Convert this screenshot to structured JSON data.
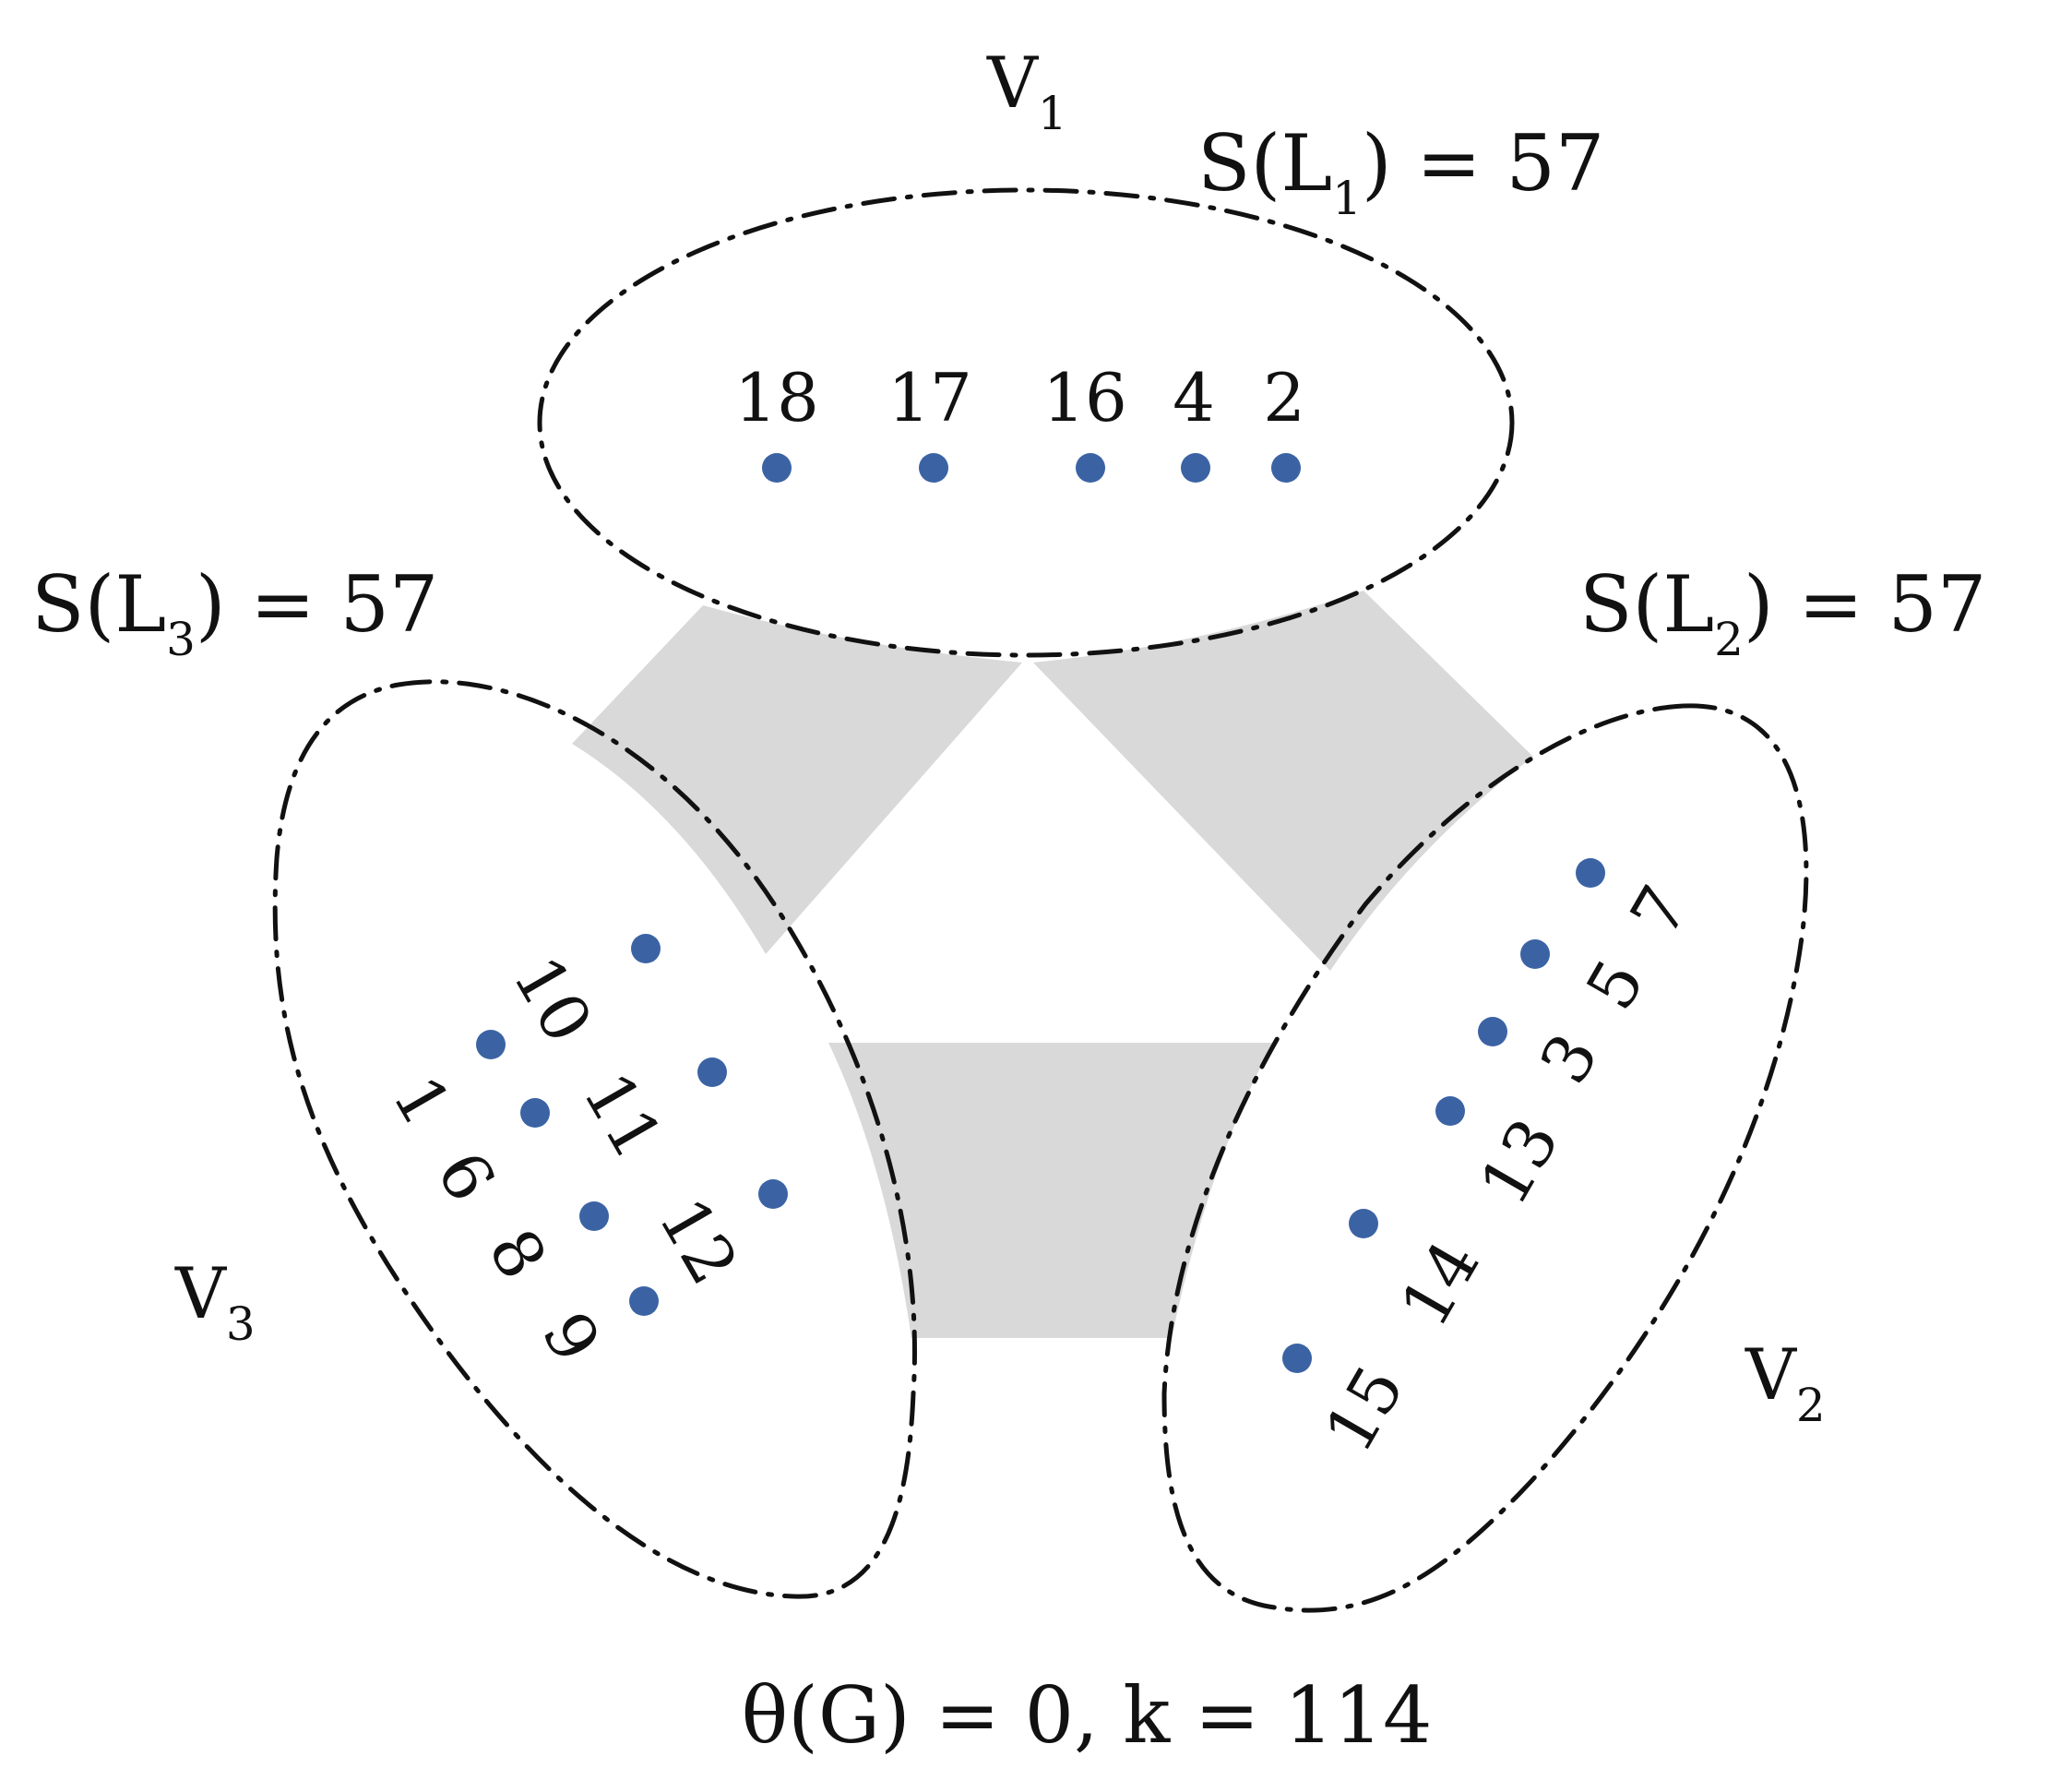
{
  "colors": {
    "vertex": "#3b63a4",
    "band": "#d9d9d9",
    "ink": "#111111"
  },
  "sets": {
    "v1": {
      "name": "V",
      "sub": "1"
    },
    "v2": {
      "name": "V",
      "sub": "2"
    },
    "v3": {
      "name": "V",
      "sub": "3"
    }
  },
  "sums": {
    "l1": {
      "pre": "S(L",
      "sub": "1",
      "post": ") = 57"
    },
    "l2": {
      "pre": "S(L",
      "sub": "2",
      "post": ") = 57"
    },
    "l3": {
      "pre": "S(L",
      "sub": "3",
      "post": ") = 57"
    }
  },
  "vertices": {
    "v1": [
      "18",
      "17",
      "16",
      "4",
      "2"
    ],
    "v2": [
      "7",
      "5",
      "3",
      "13",
      "14",
      "15"
    ],
    "v3": [
      "10",
      "11",
      "12",
      "1",
      "6",
      "8",
      "9"
    ]
  },
  "footer": "θ(G) = 0, k = 114"
}
